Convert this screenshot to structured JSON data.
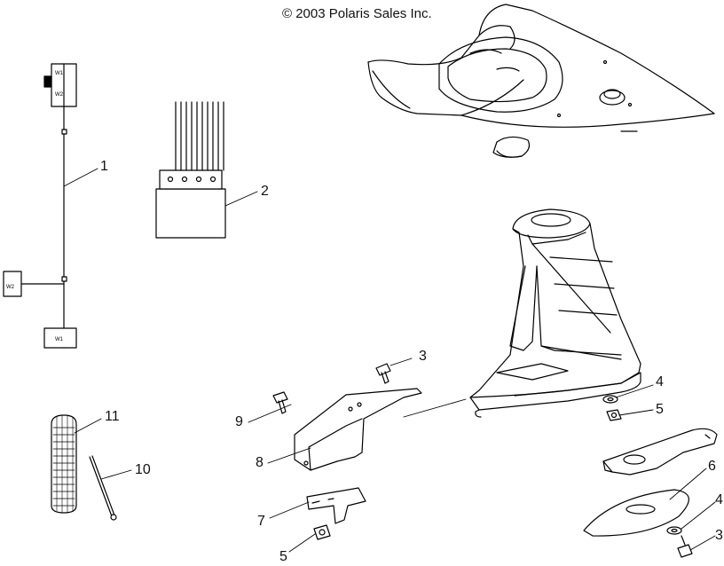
{
  "copyright": "© 2003 Polaris Sales Inc.",
  "callouts": [
    "1",
    "2",
    "3",
    "4",
    "5",
    "6",
    "7",
    "8",
    "9",
    "10",
    "11",
    "3",
    "4",
    "5"
  ],
  "connector_tags": {
    "top_a": "W1",
    "top_b": "W2",
    "side": "W2",
    "bottom": "W1"
  }
}
